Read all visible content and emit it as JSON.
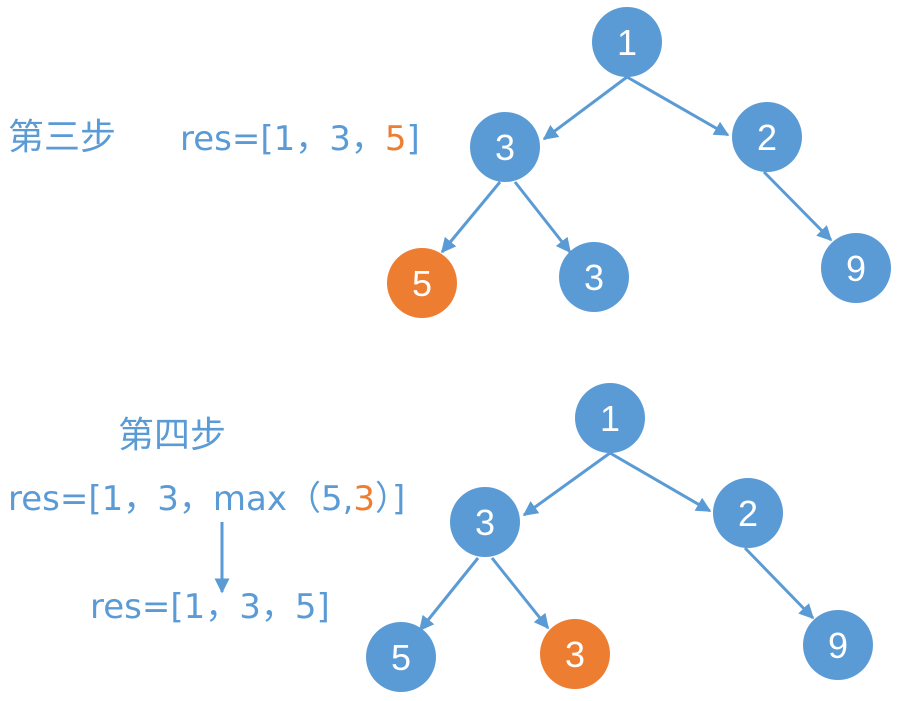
{
  "colors": {
    "node": "#5B9BD5",
    "highlight": "#ED7D31",
    "text": "#FFFFFF",
    "label": "#5B9BD5"
  },
  "step3": {
    "title": "第三步",
    "res_prefix": "res=[1，3，",
    "res_highlight": "5",
    "res_suffix": "]",
    "nodes": [
      {
        "id": "root",
        "value": "1",
        "highlight": false
      },
      {
        "id": "left",
        "value": "3",
        "highlight": false
      },
      {
        "id": "right",
        "value": "2",
        "highlight": false
      },
      {
        "id": "left-left",
        "value": "5",
        "highlight": true
      },
      {
        "id": "left-right",
        "value": "3",
        "highlight": false
      },
      {
        "id": "right-right",
        "value": "9",
        "highlight": false
      }
    ]
  },
  "step4": {
    "title": "第四步",
    "res_line1_prefix": "res=[1，3，max（5,",
    "res_line1_highlight": "3",
    "res_line1_suffix": "）]",
    "res_line2": "res=[1，3，5]",
    "nodes": [
      {
        "id": "root",
        "value": "1",
        "highlight": false
      },
      {
        "id": "left",
        "value": "3",
        "highlight": false
      },
      {
        "id": "right",
        "value": "2",
        "highlight": false
      },
      {
        "id": "left-left",
        "value": "5",
        "highlight": false
      },
      {
        "id": "left-right",
        "value": "3",
        "highlight": true
      },
      {
        "id": "right-right",
        "value": "9",
        "highlight": false
      }
    ]
  }
}
